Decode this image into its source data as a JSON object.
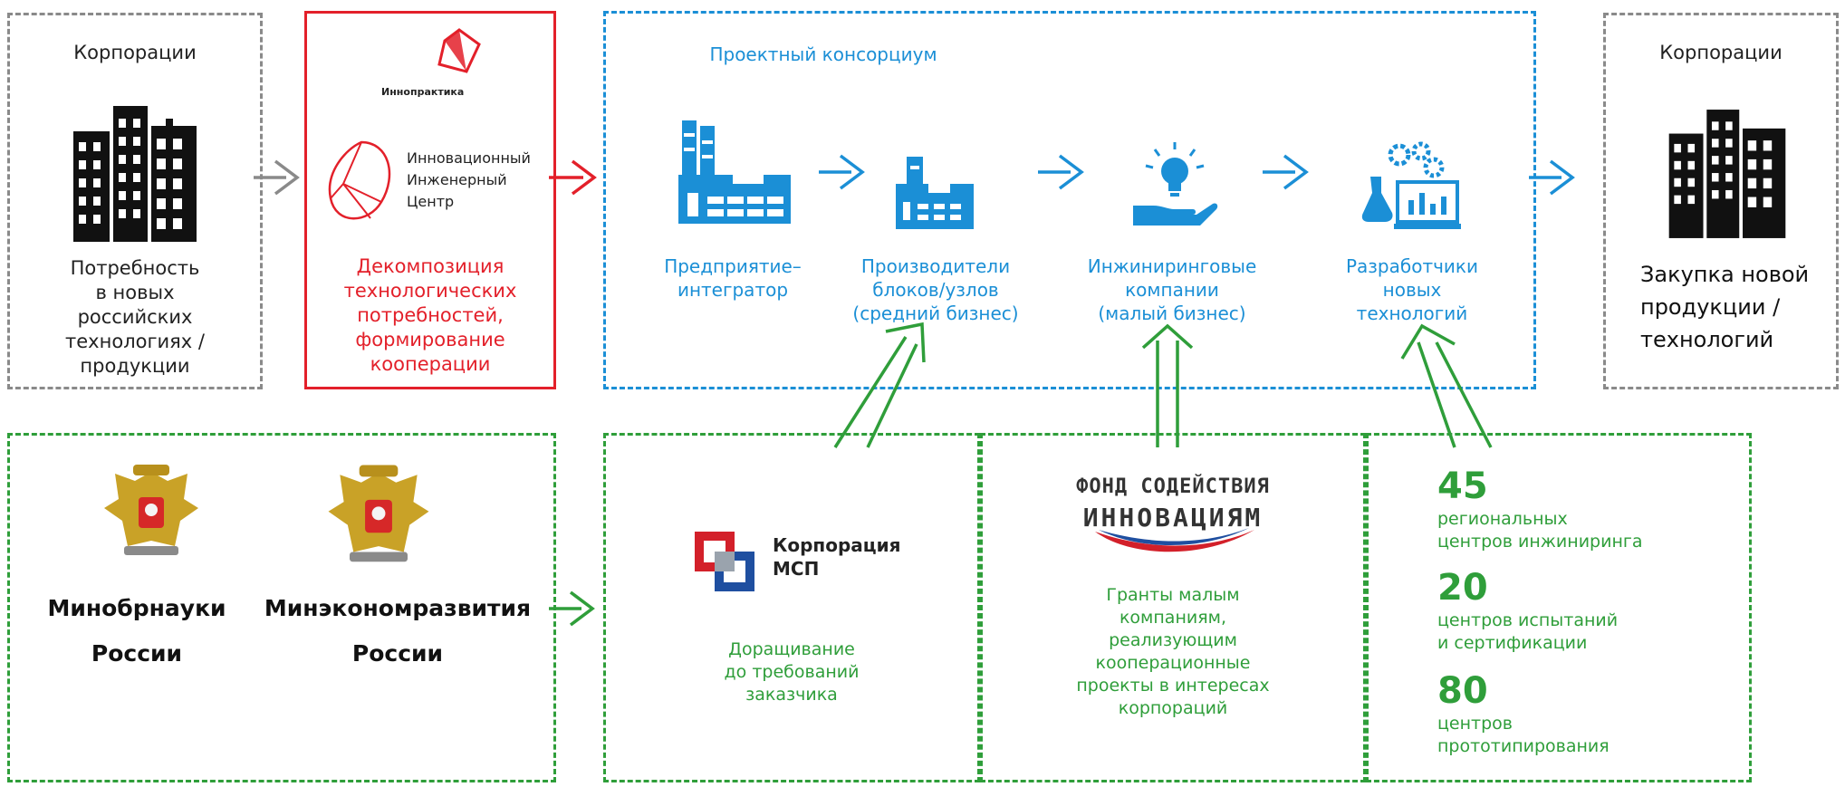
{
  "left_corp": {
    "title": "Корпорации",
    "caption": "Потребность\nв новых\nроссийских\nтехнологиях /\nпродукции"
  },
  "iec": {
    "brand_small": "Иннопрактика",
    "name": "Инновационный\nИнженерный\nЦентр",
    "caption": "Декомпозиция\nтехнологических\nпотребностей,\nформирование\nкооперации"
  },
  "consortium": {
    "title": "Проектный консорциум",
    "stages": [
      {
        "label": "Предприятие–\nинтегратор",
        "icon": "factory-icon"
      },
      {
        "label": "Производители\nблоков/узлов\n(средний бизнес)",
        "icon": "small-factory-icon"
      },
      {
        "label": "Инжиниринговые\nкомпании\n(малый бизнес)",
        "icon": "lightbulb-hand-icon"
      },
      {
        "label": "Разработчики\nновых\nтехнологий",
        "icon": "lab-gears-icon"
      }
    ]
  },
  "right_corp": {
    "title": "Корпорации",
    "caption": "Закупка новой\nпродукции /\nтехнологий"
  },
  "ministries": {
    "items": [
      {
        "name": "Минобрнауки",
        "country": "России",
        "icon": "coat-of-arms-icon"
      },
      {
        "name": "Минэкономразвития",
        "country": "России",
        "icon": "coat-of-arms-icon"
      }
    ]
  },
  "msp": {
    "logo_text": "Корпорация\nМСП",
    "caption": "Доращивание\nдо требований\nзаказчика"
  },
  "fund": {
    "logo_line1": "ФОНД СОДЕЙСТВИЯ",
    "logo_line2": "ИННОВАЦИЯМ",
    "caption": "Гранты малым\nкомпаниям,\nреализующим\nкооперационные\nпроекты в интересах\nкорпораций"
  },
  "centers": {
    "items": [
      {
        "number": "45",
        "label": "региональных\nцентров инжиниринга"
      },
      {
        "number": "20",
        "label": "центров испытаний\nи сертификации"
      },
      {
        "number": "80",
        "label": "центров\nпрототипирования"
      }
    ]
  },
  "colors": {
    "gray": "#8a8a8a",
    "red": "#e3202a",
    "blue": "#1b8fd6",
    "green": "#2f9e3a"
  }
}
